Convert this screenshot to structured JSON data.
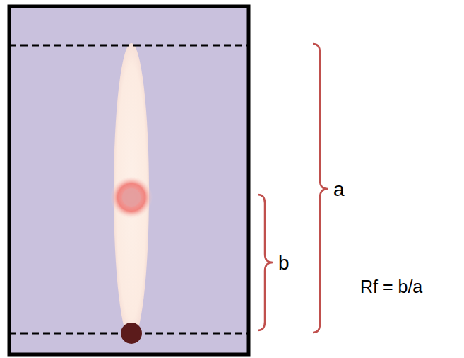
{
  "diagram": {
    "labels": [
      "a",
      "b",
      "Rf = b/a"
    ]
  }
}
